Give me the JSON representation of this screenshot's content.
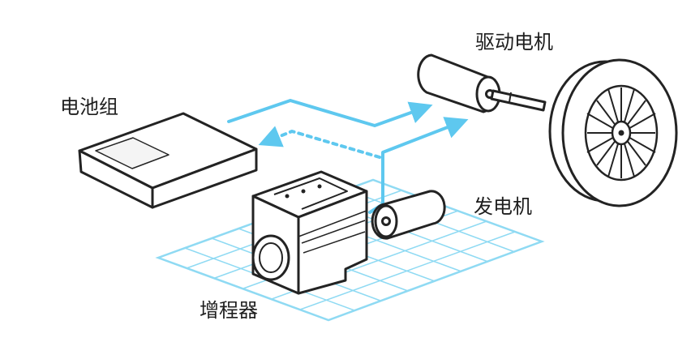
{
  "labels": {
    "battery_pack": "电池组",
    "drive_motor": "驱动电机",
    "generator": "发电机",
    "range_extender": "增程器"
  },
  "colors": {
    "flow_line": "#5ec8ef",
    "grid_line": "#8fdaf3",
    "outline": "#232323",
    "fill": "#ffffff",
    "label_text": "#1e1e1e"
  },
  "icons": {
    "battery_pack": "battery-pack-icon",
    "drive_motor": "motor-icon",
    "generator": "generator-icon",
    "range_extender": "engine-block-icon",
    "wheel": "wheel-icon"
  }
}
